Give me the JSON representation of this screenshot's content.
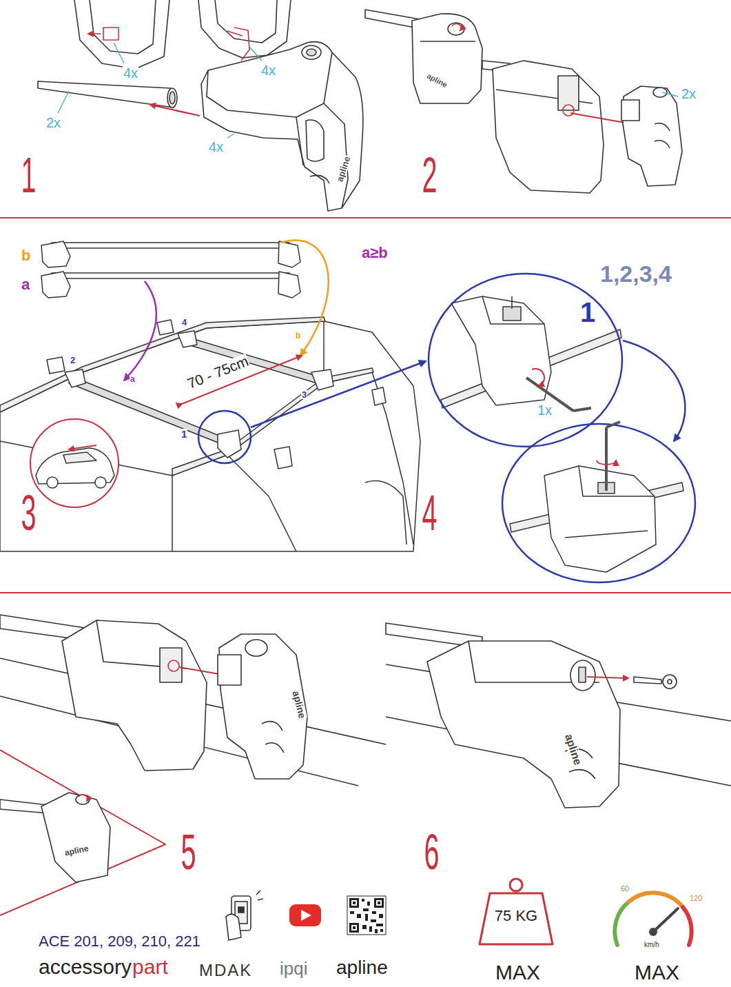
{
  "diagram": {
    "nodes": [
      {
        "text": [
          "1",
          "1x"
        ]
      },
      {
        "text": [
          "75 KG"
        ]
      }
    ],
    "labels": [
      "4x",
      "4x",
      "2x",
      "4x",
      "apline",
      "1",
      "apline",
      "2x",
      "2",
      "b",
      "a",
      "a≥b",
      "1,2,3,4",
      "4",
      "b",
      "2",
      "70 - 75cm",
      "a",
      "3",
      "1",
      "3",
      "4",
      "apline",
      "apline",
      "apline",
      "5",
      "6",
      "ACE 201, 209, 210, 221",
      "accessory",
      "part",
      "MDAK",
      "ipqi",
      "apline",
      "60",
      "120",
      "km/h",
      "MAX",
      "MAX"
    ]
  }
}
